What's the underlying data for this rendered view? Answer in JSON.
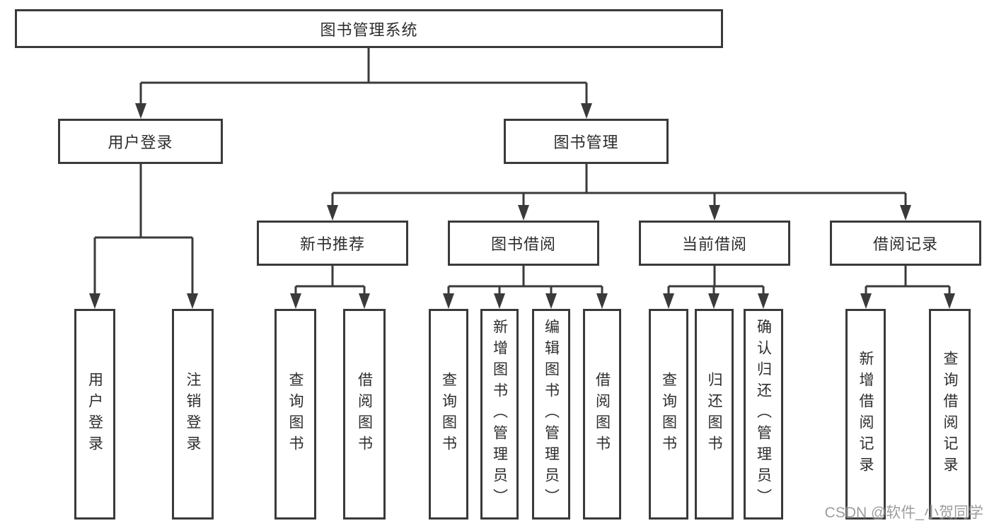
{
  "tree": {
    "label": "图书管理系统",
    "children": [
      {
        "label": "用户登录",
        "children": [
          {
            "label": "用户登录"
          },
          {
            "label": "注销登录"
          }
        ]
      },
      {
        "label": "图书管理",
        "children": [
          {
            "label": "新书推荐",
            "children": [
              {
                "label": "查询图书"
              },
              {
                "label": "借阅图书"
              }
            ]
          },
          {
            "label": "图书借阅",
            "children": [
              {
                "label": "查询图书"
              },
              {
                "label": "新增图书（管理员）"
              },
              {
                "label": "编辑图书（管理员）"
              },
              {
                "label": "借阅图书"
              }
            ]
          },
          {
            "label": "当前借阅",
            "children": [
              {
                "label": "查询图书"
              },
              {
                "label": "归还图书"
              },
              {
                "label": "确认归还（管理员）"
              }
            ]
          },
          {
            "label": "借阅记录",
            "children": [
              {
                "label": "新增借阅记录"
              },
              {
                "label": "查询借阅记录"
              }
            ]
          }
        ]
      }
    ]
  },
  "watermark": {
    "text": "CSDN @软件_小贺同学"
  },
  "colors": {
    "line": "#3a3a3a",
    "box_border": "#3a3a3a",
    "text": "#2d2d2d",
    "background": "#ffffff",
    "watermark": "#8d8d8d"
  }
}
